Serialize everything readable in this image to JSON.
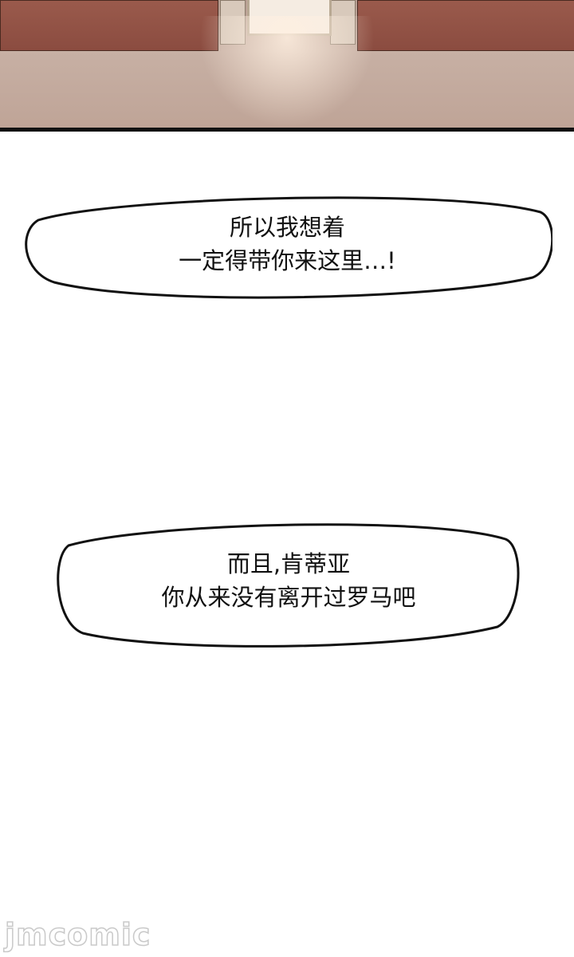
{
  "bubbles": [
    {
      "lines": [
        "所以我想着",
        "一定得带你来这里…!"
      ]
    },
    {
      "lines": [
        "而且,肯蒂亚",
        "你从来没有离开过罗马吧"
      ]
    }
  ],
  "watermark": "jmcomic"
}
